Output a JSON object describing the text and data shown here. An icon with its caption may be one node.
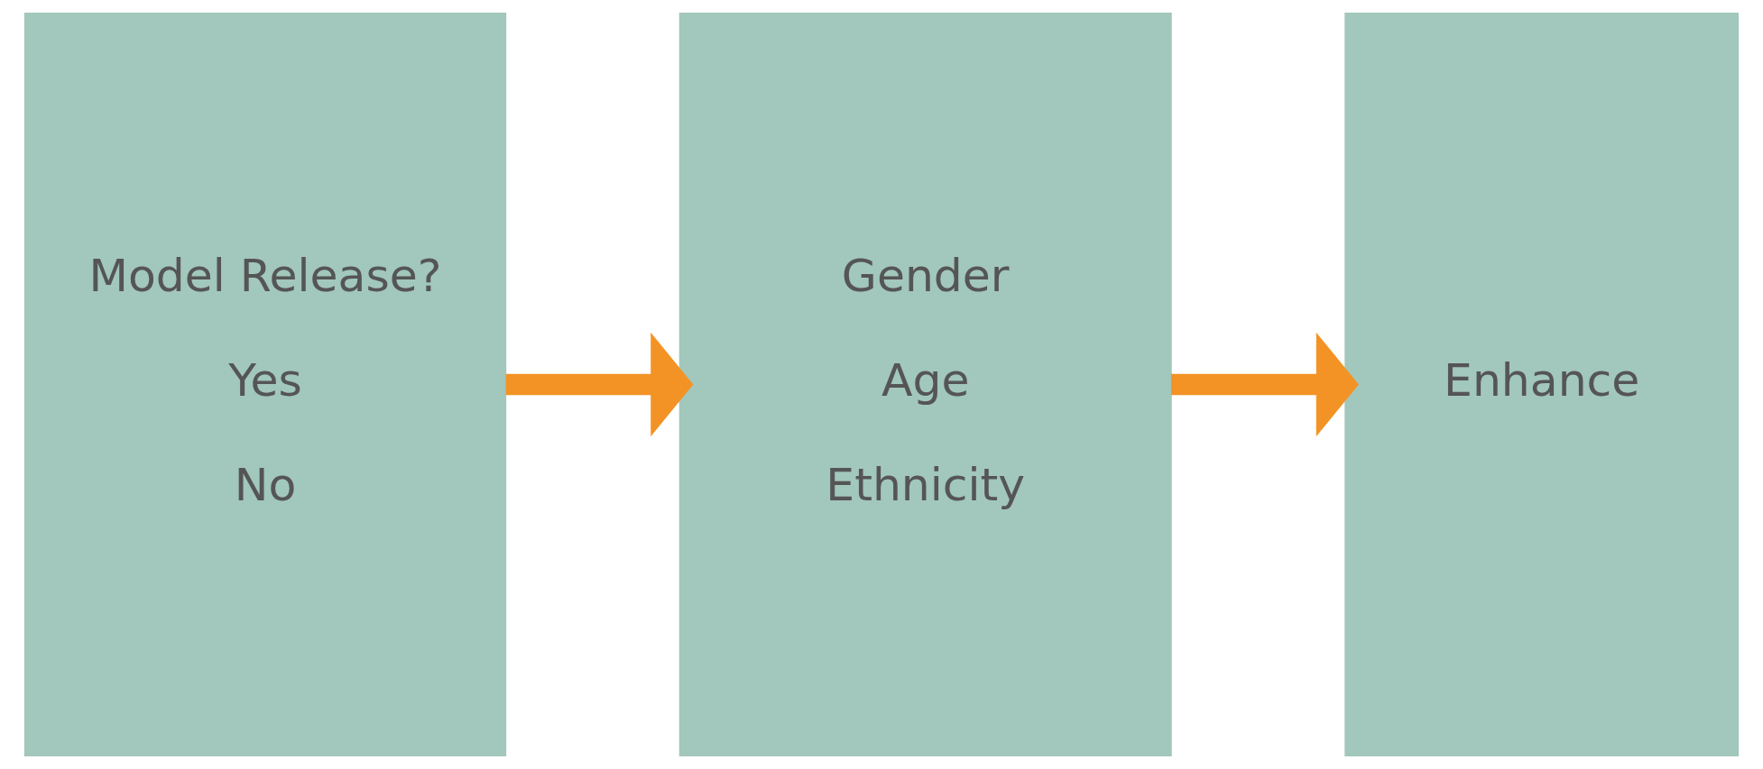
{
  "diagram": {
    "nodes": [
      {
        "text": [
          "Model Release?",
          "Yes",
          "No"
        ]
      },
      {
        "text": [
          "Gender",
          "Age",
          "Ethnicity"
        ]
      },
      {
        "text": [
          "Enhance"
        ]
      }
    ],
    "edges": [
      {
        "from": 0,
        "to": 1,
        "arrow": "to",
        "color": "#f39325"
      },
      {
        "from": 1,
        "to": 2,
        "arrow": "to",
        "color": "#f39325"
      }
    ]
  }
}
